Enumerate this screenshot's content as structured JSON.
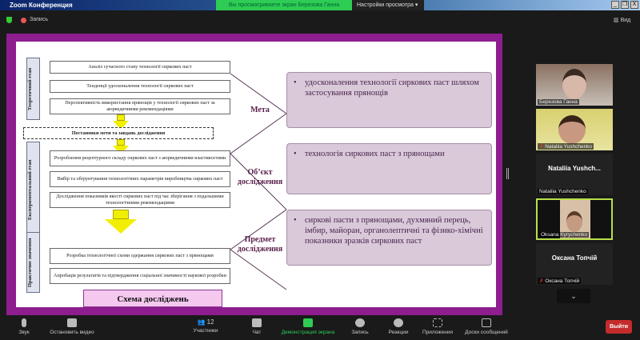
{
  "window": {
    "title": "Zoom Конференция",
    "banner": "Вы просматриваете экран Березова Ганна",
    "view_settings": "Настройки просмотра",
    "min": "_",
    "max": "❐",
    "close": "X"
  },
  "toolbar": {
    "record": "Запись",
    "view": "Вид"
  },
  "slide": {
    "stages": [
      "Теоретичний етап",
      "Експериментальний етап",
      "Практичне значення"
    ],
    "theory_boxes": [
      "Аналіз сучасного стану технології сиркових паст",
      "Тенденції удосконалення технології сиркових паст",
      "Перспективність використання прянощів у технології сиркових паст за аюрведичними рекомендаціями"
    ],
    "goal_box": "Постановки мети та завдань дослідження",
    "exp_boxes": [
      "Розроблення рецептурного складу сиркових паст з аюрведичними властивостями",
      "Вибір та обґрунтування технологічних параметрів виробництва сиркових паст",
      "Дослідження показників якості сиркових паст під час зберігання з подальшими технологічними рекомендаціями"
    ],
    "practical_boxes": [
      "Розробка технологічної схеми одержання сиркових паст з прянощами",
      "Апробація результатів та підтвердження соціальної значимості наукової розробки"
    ],
    "caption": "Схема досліджень",
    "categories": [
      {
        "label": "Мета",
        "text": "удосконалення технології сиркових паст шляхом застосування прянощів"
      },
      {
        "label": "Об’єкт дослідження",
        "text": "технологія сиркових паст з прянощами"
      },
      {
        "label": "Предмет дослідження",
        "text": "сиркові пасти з прянощами, духмяний перець, імбир, майоран, органолептичні та фізико-хімічні показники зразків сиркових паст"
      }
    ]
  },
  "participants": [
    {
      "name": "Березова Ганна",
      "video": true,
      "muted": false
    },
    {
      "name": "Nataliia Yushchenko",
      "video": true,
      "muted": true
    },
    {
      "name": "Nataliia Yushchenko",
      "display": "Nataliia  Yushch...",
      "video": false,
      "muted": false
    },
    {
      "name": "Oksana Kyrychenko",
      "video": true,
      "muted": false,
      "speaking": true
    },
    {
      "name": "Оксана Топчій",
      "display": "Оксана Топчій",
      "video": false,
      "muted": true
    }
  ],
  "bottombar": {
    "audio": "Звук",
    "video": "Остановить видео",
    "participants": "Участники",
    "participants_count": "12",
    "chat": "Чат",
    "share": "Демонстрация экрана",
    "record": "Запись",
    "reactions": "Реакции",
    "apps": "Приложения",
    "whiteboards": "Доски сообщений",
    "leave": "Выйти"
  },
  "colors": {
    "frame": "#8e1d8f",
    "share_green": "#2ecc54",
    "leave_red": "#c42b2b"
  }
}
